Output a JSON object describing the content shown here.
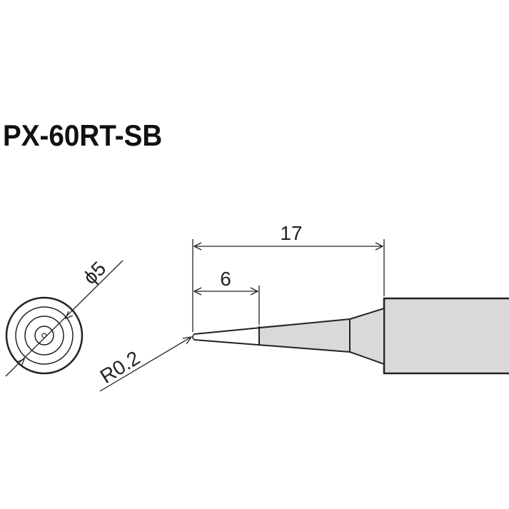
{
  "title": "PX-60RT-SB",
  "dimensions": {
    "total_length": "17",
    "taper_length": "6",
    "diameter": "ϕ5",
    "tip_radius": "R0.2"
  },
  "colors": {
    "line": "#222222",
    "shade": "#d9d9d9"
  }
}
